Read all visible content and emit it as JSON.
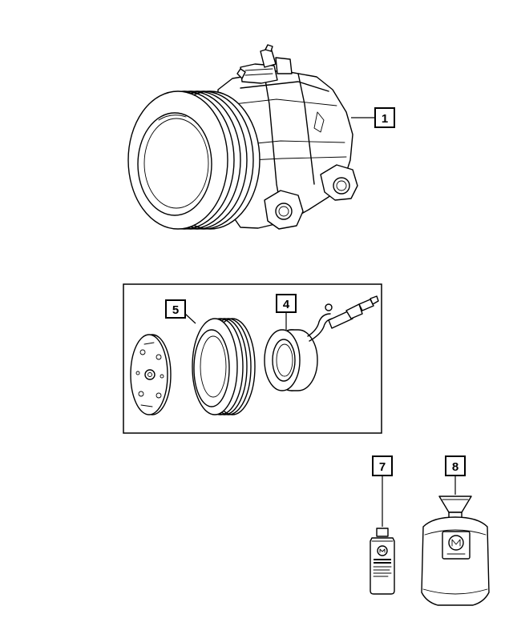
{
  "callouts": [
    {
      "label": "1"
    },
    {
      "label": "5"
    },
    {
      "label": "4"
    },
    {
      "label": "7"
    },
    {
      "label": "8"
    }
  ]
}
